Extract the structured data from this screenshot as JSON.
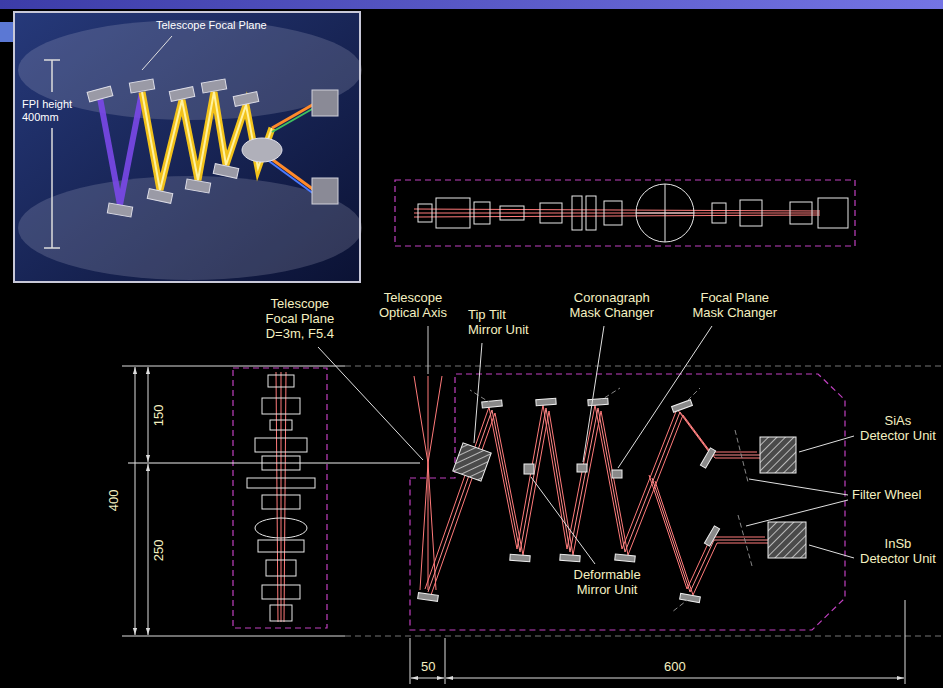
{
  "diagram": {
    "labels": [
      "Telescope Focal Plane",
      "FPI height 400mm",
      "Telescope Focal Plane D=3m, F5.4",
      "Telescope Optical Axis",
      "Tip Tilt Mirror Unit",
      "Coronagraph Mask Changer",
      "Focal Plane Mask Changer",
      "SiAs Detector Unit",
      "Filter Wheel",
      "InSb Detector Unit",
      "Deformable Mirror Unit",
      "150",
      "250",
      "400",
      "50",
      "600"
    ]
  }
}
